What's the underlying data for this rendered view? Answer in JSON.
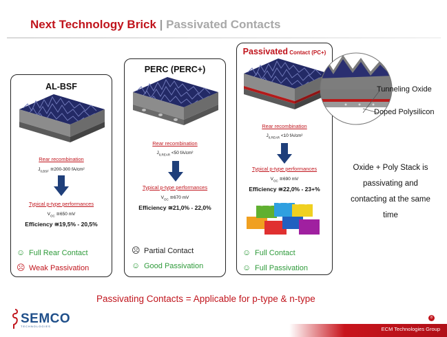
{
  "header": {
    "title_main": "Next Technology Brick",
    "title_sep": " | ",
    "title_sub": "Passivated Contacts"
  },
  "panels": {
    "albsf": {
      "title": "AL-BSF",
      "rear_label": "Rear recombination",
      "j0_label": "J",
      "j0_sub": "0,BSF",
      "j0_value": " ≅200-300 fA/cm²",
      "perf_label": "Typical p-type performances",
      "voc_label": "V",
      "voc_sub": "OC",
      "voc_value": " ≅650 mV",
      "eff_label": "Efficiency ≅19,5% - 20,5%",
      "status_1": "Full Rear Contact",
      "status_2": "Weak Passivation"
    },
    "perc": {
      "title": "PERC (PERC+)",
      "rear_label": "Rear recombination",
      "j0_label": "J",
      "j0_sub": "0,REAR",
      "j0_value": " <50 fA/cm²",
      "perf_label": "Typical p-type performances",
      "voc_label": "V",
      "voc_sub": "OC",
      "voc_value": " ≅670 mV",
      "eff_label": "Efficiency ≅21,0% - 22,0%",
      "status_1": "Partial Contact",
      "status_2": "Good Passivation"
    },
    "pc": {
      "title_main": "Passivated",
      "title_sub": " Contact (PC+)",
      "rear_label": "Rear recombination",
      "j0_label": "J",
      "j0_sub": "0,REAR",
      "j0_value": " <10 fA/cm²",
      "perf_label": "Typical p-type performances",
      "voc_label": "V",
      "voc_sub": "OC",
      "voc_value": " ≅690 mV",
      "eff_label": "Efficiency ≅22,0% - 23+%",
      "status_1": "Full Contact",
      "status_2": "Full Passivation"
    }
  },
  "callouts": {
    "tunneling": "Tunneling Oxide",
    "poly": "Doped Polysilicon"
  },
  "side_text": {
    "line1": "Oxide + Poly Stack is",
    "line2": "passivating and",
    "line3": "contacting at the same",
    "line4": "time"
  },
  "footer": {
    "statement": "Passivating Contacts = Applicable for p-type & n-type",
    "company": "ECM Technologies Group",
    "page_number": "8",
    "logo": "SEMCO",
    "logo_sub": "TECHNOLOGIES"
  },
  "colors": {
    "accent_red": "#c0141c",
    "good_green": "#2e9a3a",
    "arrow_blue": "#1f3f7a",
    "cell_blue": "#232a66"
  }
}
